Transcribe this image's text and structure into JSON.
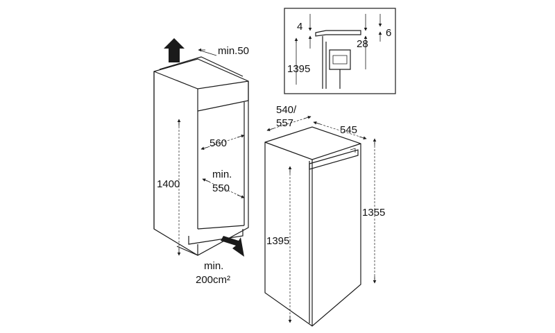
{
  "detail": {
    "dim_4": "4",
    "dim_6": "6",
    "dim_28": "28",
    "dim_1395": "1395"
  },
  "niche": {
    "top_clearance": "min.50",
    "depth": "560",
    "width_line1": "min.",
    "width_line2": "550",
    "height": "1400",
    "vent_line1": "min.",
    "vent_line2": "200cm²"
  },
  "appliance": {
    "width_line1": "540/",
    "width_line2": "557",
    "depth": "545",
    "door_height": "1395",
    "total_height": "1355"
  },
  "colors": {
    "line": "#1a1a1a",
    "background": "#ffffff"
  }
}
